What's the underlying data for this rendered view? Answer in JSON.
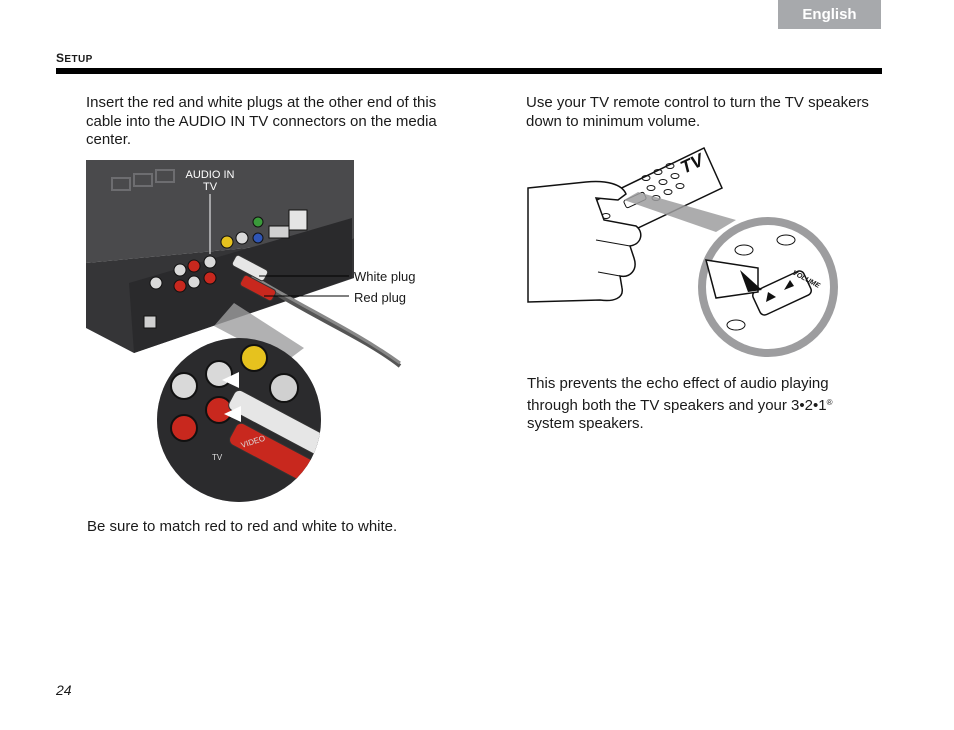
{
  "header": {
    "language_tab": "English",
    "section_title_first": "S",
    "section_title_rest": "ETUP"
  },
  "left_column": {
    "instruction": "Insert the red and white plugs at the other end of this cable into the AUDIO IN TV connectors on the media center.",
    "figure_labels": {
      "audio_in": "AUDIO IN",
      "tv": "TV",
      "white_plug": "White plug",
      "red_plug": "Red plug",
      "zoom_tv": "TV",
      "zoom_video": "VIDEO"
    },
    "note": "Be sure to match red to red and white to white."
  },
  "right_column": {
    "instruction": "Use your TV remote control to turn the TV speakers down to minimum volume.",
    "figure_labels": {
      "remote_tv": "TV",
      "volume": "VOLUME"
    },
    "explanation_main": "This prevents the echo effect of audio playing through both the TV speakers and your 3•2•1",
    "explanation_mark": "®",
    "explanation_end": "system speakers."
  },
  "footer": {
    "page_number": "24"
  },
  "colors": {
    "tab_gray": "#a7a9ac",
    "rule_black": "#000000",
    "device_dark": "#3d3d3f",
    "plug_red": "#c8281e",
    "plug_white": "#e6e6e6",
    "zoom_circle": "#9d9d9f"
  }
}
